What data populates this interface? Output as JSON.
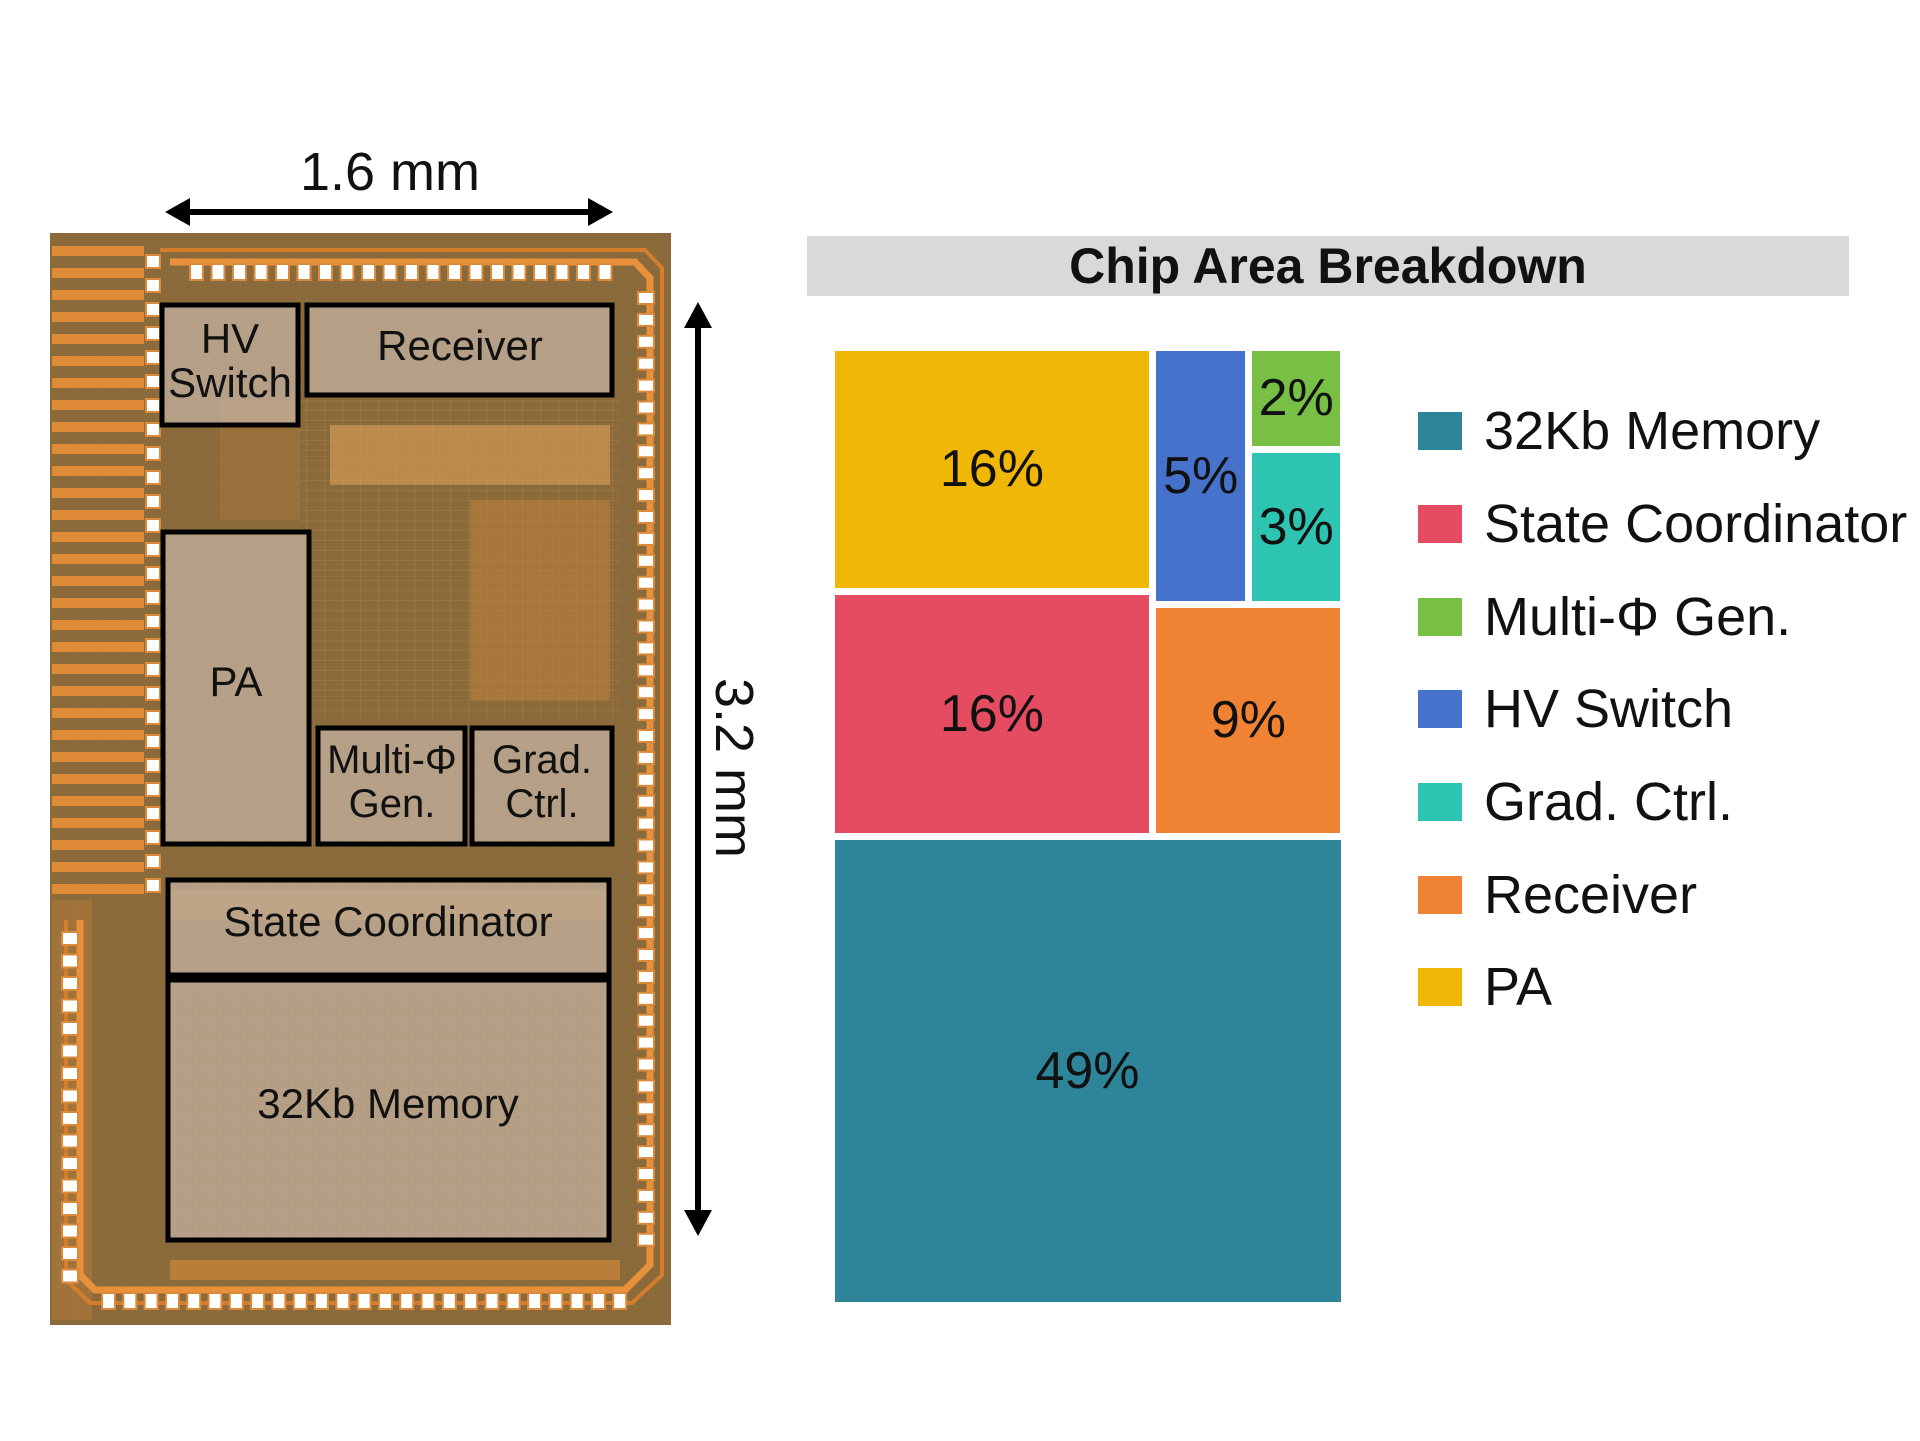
{
  "die": {
    "width_label": "1.6 mm",
    "height_label": "3.2 mm",
    "blocks": {
      "hv_switch": {
        "line1": "HV",
        "line2": "Switch"
      },
      "receiver": {
        "label": "Receiver"
      },
      "pa": {
        "label": "PA"
      },
      "multi_phi": {
        "line1": "Multi-Φ",
        "line2": "Gen."
      },
      "grad_ctrl": {
        "line1": "Grad.",
        "line2": "Ctrl."
      },
      "state_coord": {
        "label": "State Coordinator"
      },
      "memory": {
        "label": "32Kb Memory"
      }
    }
  },
  "chart_data": {
    "type": "treemap",
    "title": "Chip Area Breakdown",
    "items": [
      {
        "name": "32Kb Memory",
        "value": 49,
        "label": "49%",
        "color": "#2e8599"
      },
      {
        "name": "State Coordinator",
        "value": 16,
        "label": "16%",
        "color": "#e54b61"
      },
      {
        "name": "Multi-Φ Gen.",
        "value": 2,
        "label": "2%",
        "color": "#77bf45"
      },
      {
        "name": "HV Switch",
        "value": 5,
        "label": "5%",
        "color": "#4672cc"
      },
      {
        "name": "Grad. Ctrl.",
        "value": 3,
        "label": "3%",
        "color": "#2ec4b2"
      },
      {
        "name": "Receiver",
        "value": 9,
        "label": "9%",
        "color": "#ef8233"
      },
      {
        "name": "PA",
        "value": 16,
        "label": "16%",
        "color": "#f1b707"
      }
    ],
    "legend_position": "right"
  }
}
